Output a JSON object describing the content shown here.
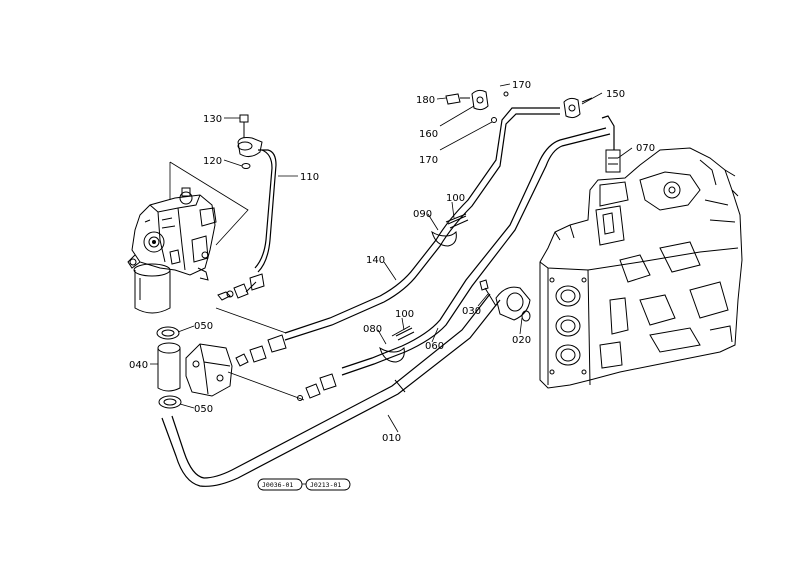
{
  "callouts": [
    {
      "id": "c010",
      "label": "010"
    },
    {
      "id": "c020",
      "label": "020"
    },
    {
      "id": "c030",
      "label": "030"
    },
    {
      "id": "c040",
      "label": "040"
    },
    {
      "id": "c050a",
      "label": "050"
    },
    {
      "id": "c050b",
      "label": "050"
    },
    {
      "id": "c060",
      "label": "060"
    },
    {
      "id": "c070",
      "label": "070"
    },
    {
      "id": "c080",
      "label": "080"
    },
    {
      "id": "c090",
      "label": "090"
    },
    {
      "id": "c100a",
      "label": "100"
    },
    {
      "id": "c100b",
      "label": "100"
    },
    {
      "id": "c110",
      "label": "110"
    },
    {
      "id": "c120",
      "label": "120"
    },
    {
      "id": "c130",
      "label": "130"
    },
    {
      "id": "c140",
      "label": "140"
    },
    {
      "id": "c150",
      "label": "150"
    },
    {
      "id": "c160",
      "label": "160"
    },
    {
      "id": "c170a",
      "label": "170"
    },
    {
      "id": "c170b",
      "label": "170"
    },
    {
      "id": "c180",
      "label": "180"
    }
  ],
  "reference_codes": [
    "J0036-01",
    "J0213-01"
  ]
}
